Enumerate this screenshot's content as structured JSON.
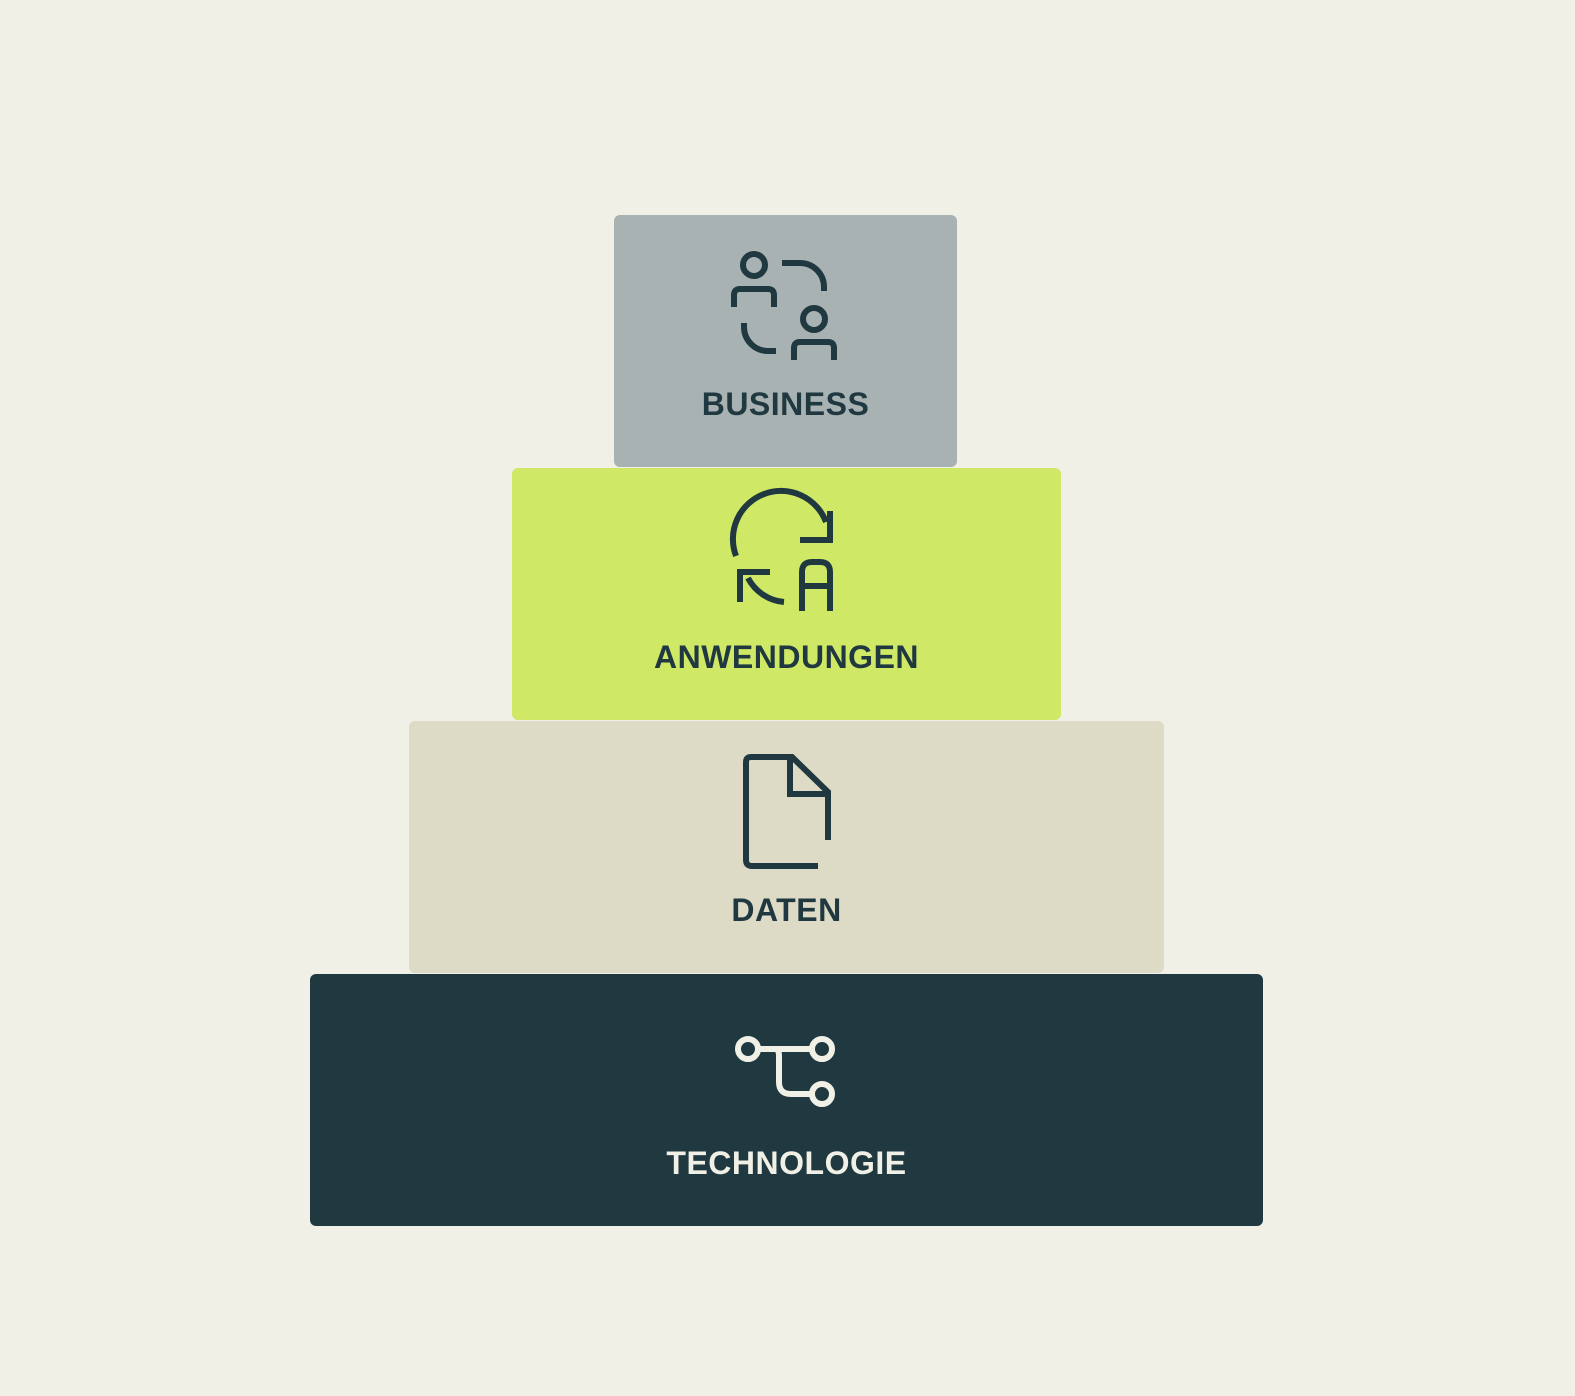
{
  "colors": {
    "background": "#f1f0e7",
    "dark": "#203840",
    "light_text": "#f1f0e7"
  },
  "layers": [
    {
      "id": "business",
      "label": "BUSINESS",
      "icon": "people-exchange-icon",
      "fill": "#a8b2b3",
      "text_color": "#203840"
    },
    {
      "id": "anwendungen",
      "label": "ANWENDUNGEN",
      "icon": "app-refresh-icon",
      "fill": "#cfe866",
      "text_color": "#203840"
    },
    {
      "id": "daten",
      "label": "DATEN",
      "icon": "document-icon",
      "fill": "#dddac6",
      "text_color": "#203840"
    },
    {
      "id": "technologie",
      "label": "TECHNOLOGIE",
      "icon": "branch-nodes-icon",
      "fill": "#203840",
      "text_color": "#f1f0e7"
    }
  ]
}
